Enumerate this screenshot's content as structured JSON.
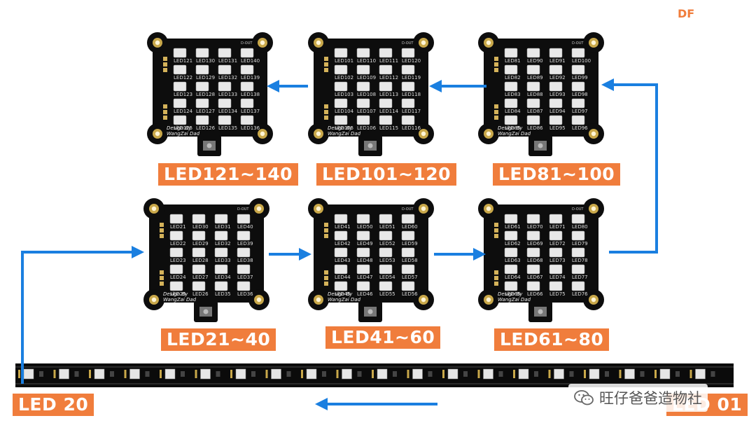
{
  "header": {
    "brand": "DF"
  },
  "watermark": {
    "text": "旺仔爸爸造物社",
    "icon": "wechat-icon"
  },
  "colors": {
    "accent": "#f07d3c",
    "arrow": "#1a7fe0",
    "pcb": "#0d0d0d",
    "led": "#e8e8e8"
  },
  "boards": [
    {
      "id": "b121",
      "label": "LED121~140",
      "cols": [
        [
          "LED121",
          "LED122",
          "LED123",
          "LED124",
          "LED125"
        ],
        [
          "LED130",
          "LED129",
          "LED128",
          "LED127",
          "LED126"
        ],
        [
          "LED131",
          "LED132",
          "LED133",
          "LED134",
          "LED135"
        ],
        [
          "LED140",
          "LED139",
          "LED138",
          "LED137",
          "LED136"
        ]
      ],
      "design": [
        "Design By",
        "WangZai Dad"
      ],
      "dout": "D-OUT"
    },
    {
      "id": "b101",
      "label": "LED101~120",
      "cols": [
        [
          "LED101",
          "LED102",
          "LED103",
          "LED104",
          "LED105"
        ],
        [
          "LED110",
          "LED109",
          "LED108",
          "LED107",
          "LED106"
        ],
        [
          "LED111",
          "LED112",
          "LED113",
          "LED114",
          "LED115"
        ],
        [
          "LED120",
          "LED119",
          "LED118",
          "LED117",
          "LED116"
        ]
      ],
      "design": [
        "Design By",
        "WangZai Dad"
      ],
      "dout": "D-OUT"
    },
    {
      "id": "b81",
      "label": "LED81~100",
      "cols": [
        [
          "LED81",
          "LED82",
          "LED83",
          "LED84",
          "LED85"
        ],
        [
          "LED90",
          "LED89",
          "LED88",
          "LED87",
          "LED86"
        ],
        [
          "LED91",
          "LED92",
          "LED93",
          "LED94",
          "LED95"
        ],
        [
          "LED100",
          "LED99",
          "LED98",
          "LED97",
          "LED96"
        ]
      ],
      "design": [
        "Design By",
        "WangZai Dad"
      ],
      "dout": "D-OUT"
    },
    {
      "id": "b21",
      "label": "LED21~40",
      "cols": [
        [
          "LED21",
          "LED22",
          "LED23",
          "LED24",
          "LED25"
        ],
        [
          "LED30",
          "LED29",
          "LED28",
          "LED27",
          "LED26"
        ],
        [
          "LED31",
          "LED32",
          "LED33",
          "LED34",
          "LED35"
        ],
        [
          "LED40",
          "LED39",
          "LED38",
          "LED37",
          "LED36"
        ]
      ],
      "design": [
        "Design By",
        "WangZai Dad"
      ],
      "dout": "D-OUT"
    },
    {
      "id": "b41",
      "label": "LED41~60",
      "cols": [
        [
          "LED41",
          "LED42",
          "LED43",
          "LED44",
          "LED45"
        ],
        [
          "LED50",
          "LED49",
          "LED48",
          "LED47",
          "LED46"
        ],
        [
          "LED51",
          "LED52",
          "LED53",
          "LED54",
          "LED55"
        ],
        [
          "LED60",
          "LED59",
          "LED58",
          "LED57",
          "LED56"
        ]
      ],
      "design": [
        "Design By",
        "WangZai Dad"
      ],
      "dout": "D-OUT"
    },
    {
      "id": "b61",
      "label": "LED61~80",
      "cols": [
        [
          "LED61",
          "LED62",
          "LED63",
          "LED64",
          "LED65"
        ],
        [
          "LED70",
          "LED69",
          "LED68",
          "LED67",
          "LED66"
        ],
        [
          "LED71",
          "LED72",
          "LED73",
          "LED74",
          "LED75"
        ],
        [
          "LED80",
          "LED79",
          "LED78",
          "LED77",
          "LED76"
        ]
      ],
      "design": [
        "Design By",
        "WangZai Dad"
      ],
      "dout": "D-OUT"
    }
  ],
  "strip": {
    "label_left": "LED 20",
    "label_right": "LED 01",
    "led_count": 20
  }
}
